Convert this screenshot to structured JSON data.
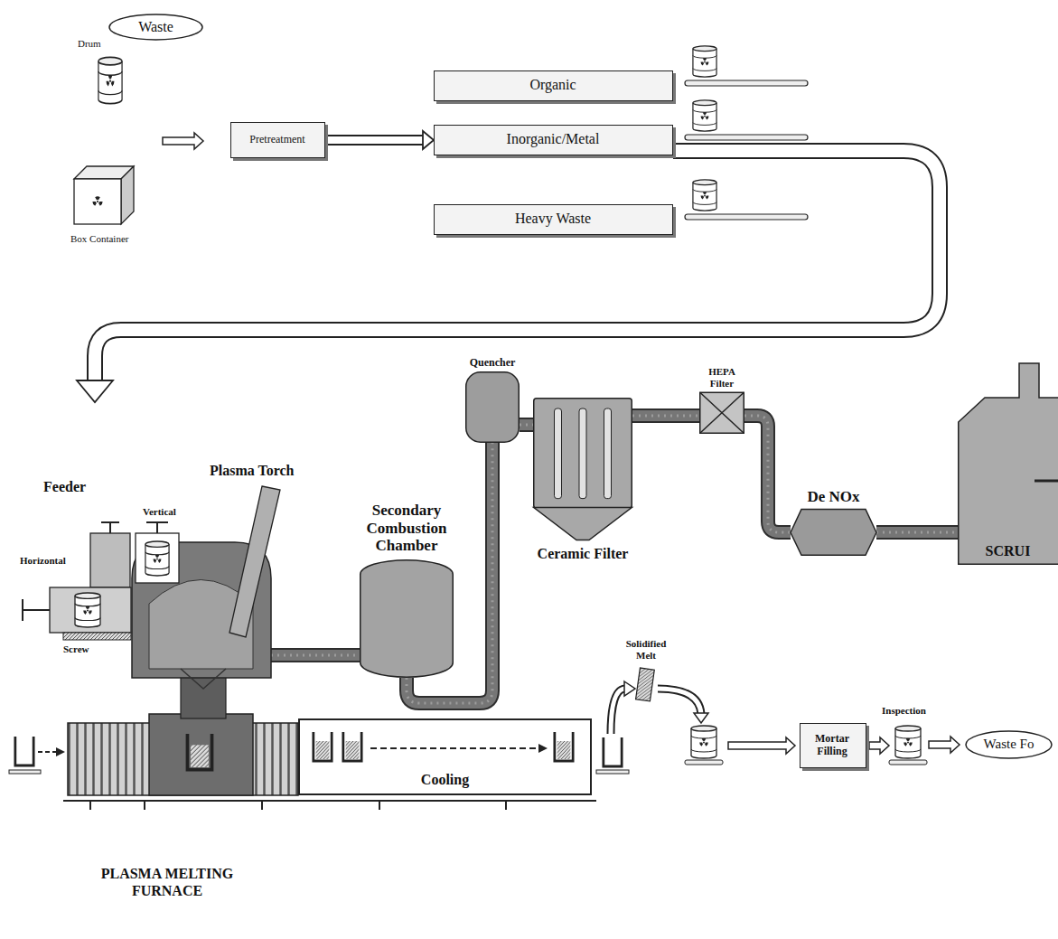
{
  "diagram": {
    "nodes": [
      {
        "text": [
          "Waste"
        ]
      },
      {
        "text": [
          "Pretreatment"
        ]
      },
      {
        "text": [
          "Organic"
        ]
      },
      {
        "text": [
          "Inorganic/Metal"
        ]
      },
      {
        "text": [
          "Heavy Waste"
        ]
      },
      {
        "text": [
          "Quencher"
        ]
      },
      {
        "text": [
          "Ceramic Filter"
        ]
      },
      {
        "text": [
          "HEPA Filter"
        ]
      },
      {
        "text": [
          "Secondary Combustion Chamber"
        ]
      },
      {
        "text": [
          "De NOx"
        ]
      },
      {
        "text": [
          "SCRUI"
        ]
      },
      {
        "text": [
          "PLASMA MELTING FURNACE"
        ]
      },
      {
        "text": [
          "Cooling"
        ]
      },
      {
        "text": [
          "Mortar Filling"
        ]
      },
      {
        "text": [
          "Waste Fo"
        ]
      }
    ],
    "edges": [
      {
        "from": 1,
        "to": 3,
        "arrow": "to"
      },
      {
        "from": 3,
        "to": 11,
        "arrow": "to"
      },
      {
        "from": 11,
        "to": 8,
        "arrow": "none"
      },
      {
        "from": 8,
        "to": 5,
        "arrow": "none"
      },
      {
        "from": 5,
        "to": 6,
        "arrow": "none"
      },
      {
        "from": 6,
        "to": 7,
        "arrow": "none"
      },
      {
        "from": 7,
        "to": 9,
        "arrow": "none"
      },
      {
        "from": 9,
        "to": 10,
        "arrow": "none"
      }
    ],
    "labels": [
      "Drum",
      "Box Container",
      "Feeder",
      "Vertical",
      "Horizontal",
      "Screw",
      "Plasma Torch",
      "Solidified Melt",
      "Inspection"
    ]
  }
}
